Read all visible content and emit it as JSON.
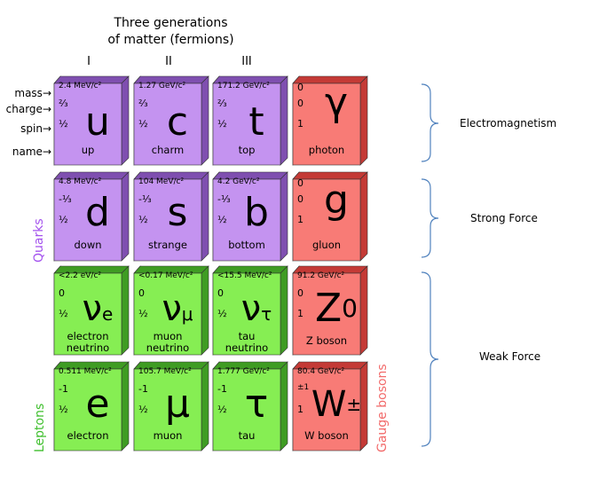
{
  "title_lines": [
    "Three generations",
    "of matter (fermions)"
  ],
  "generations": [
    "I",
    "II",
    "III"
  ],
  "row_labels": {
    "mass": "mass",
    "charge": "charge",
    "spin": "spin",
    "name": "name"
  },
  "group_labels": {
    "quarks": "Quarks",
    "leptons": "Leptons",
    "gauge_bosons": "Gauge bosons"
  },
  "forces": [
    "Electromagnetism",
    "Strong Force",
    "Weak Force"
  ],
  "colors": {
    "quark": "#c493f0",
    "lepton": "#86ee53",
    "boson": "#f87b76",
    "quarks_label": "#a453ee",
    "leptons_label": "#3fbf2d",
    "bosons_label": "#f26a6a",
    "brace": "#4f81bd"
  },
  "particles": {
    "up": {
      "mass": "2.4 MeV/c²",
      "charge": "⅔",
      "spin": "½",
      "symbol": "u",
      "name": "up"
    },
    "charm": {
      "mass": "1.27 GeV/c²",
      "charge": "⅔",
      "spin": "½",
      "symbol": "c",
      "name": "charm"
    },
    "top": {
      "mass": "171.2 GeV/c²",
      "charge": "⅔",
      "spin": "½",
      "symbol": "t",
      "name": "top"
    },
    "photon": {
      "mass": "0",
      "charge": "0",
      "spin": "1",
      "symbol": "γ",
      "name": "photon"
    },
    "down": {
      "mass": "4.8 MeV/c²",
      "charge": "-⅓",
      "spin": "½",
      "symbol": "d",
      "name": "down"
    },
    "strange": {
      "mass": "104 MeV/c²",
      "charge": "-⅓",
      "spin": "½",
      "symbol": "s",
      "name": "strange"
    },
    "bottom": {
      "mass": "4.2 GeV/c²",
      "charge": "-⅓",
      "spin": "½",
      "symbol": "b",
      "name": "bottom"
    },
    "gluon": {
      "mass": "0",
      "charge": "0",
      "spin": "1",
      "symbol": "g",
      "name": "gluon"
    },
    "nu_e": {
      "mass": "<2.2 eV/c²",
      "charge": "0",
      "spin": "½",
      "symbol": "ν",
      "sub": "e",
      "name": "electron",
      "name2": "neutrino"
    },
    "nu_mu": {
      "mass": "<0.17 MeV/c²",
      "charge": "0",
      "spin": "½",
      "symbol": "ν",
      "sub": "μ",
      "name": "muon",
      "name2": "neutrino"
    },
    "nu_tau": {
      "mass": "<15.5 MeV/c²",
      "charge": "0",
      "spin": "½",
      "symbol": "ν",
      "sub": "τ",
      "name": "tau",
      "name2": "neutrino"
    },
    "z_boson": {
      "mass": "91.2 GeV/c²",
      "charge": "0",
      "spin": "1",
      "symbol": "Z",
      "sup": "0",
      "name": "Z boson"
    },
    "electron": {
      "mass": "0.511 MeV/c²",
      "charge": "-1",
      "spin": "½",
      "symbol": "e",
      "name": "electron"
    },
    "muon": {
      "mass": "105.7 MeV/c²",
      "charge": "-1",
      "spin": "½",
      "symbol": "μ",
      "name": "muon"
    },
    "tau": {
      "mass": "1.777 GeV/c²",
      "charge": "-1",
      "spin": "½",
      "symbol": "τ",
      "name": "tau"
    },
    "w_boson": {
      "mass": "80.4 GeV/c²",
      "charge": "±1",
      "spin": "1",
      "symbol": "W",
      "sup": "±",
      "name": "W boson"
    }
  }
}
